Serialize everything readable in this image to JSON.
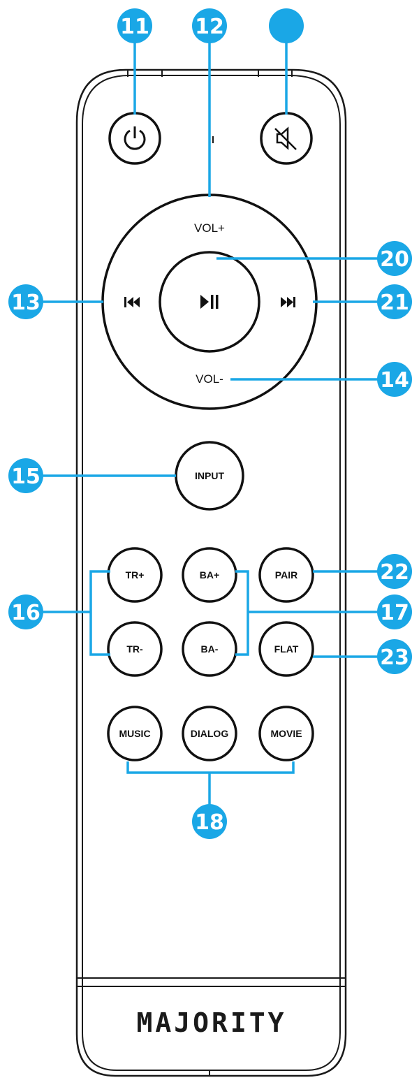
{
  "brand": "MAJORITY",
  "accent_color": "#1aa7e6",
  "callouts": {
    "power": "11",
    "dpad": "12",
    "mute": "",
    "prev": "13",
    "vol_down": "14",
    "input": "15",
    "treble": "16",
    "bass": "17",
    "presets": "18",
    "play": "20",
    "next": "21",
    "pair": "22",
    "flat": "23"
  },
  "ring": {
    "vol_up": "VOL+",
    "vol_down": "VOL-"
  },
  "buttons": {
    "input": "INPUT",
    "tr_plus": "TR+",
    "ba_plus": "BA+",
    "pair": "PAIR",
    "tr_minus": "TR-",
    "ba_minus": "BA-",
    "flat": "FLAT",
    "music": "MUSIC",
    "dialog": "DIALOG",
    "movie": "MOVIE"
  },
  "icons": {
    "power": "power-icon",
    "mute": "mute-icon",
    "prev": "skip-back-icon",
    "play_pause": "play-pause-icon",
    "next": "skip-forward-icon"
  }
}
